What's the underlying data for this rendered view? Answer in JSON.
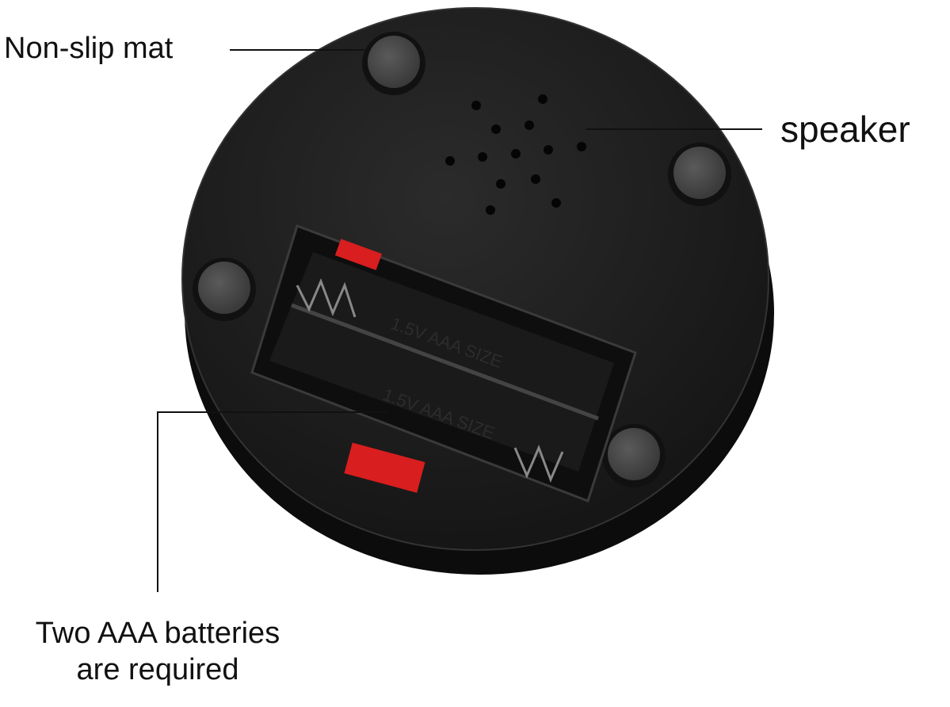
{
  "callouts": {
    "non_slip_mat": "Non-slip mat",
    "speaker": "speaker",
    "batteries_line1": "Two AAA batteries",
    "batteries_line2": "are required"
  },
  "battery_compartment": {
    "slot_marking_1": "1.5V AAA SIZE",
    "slot_marking_2": "1.5V AAA SIZE"
  },
  "colors": {
    "device_body": "#1c1c1c",
    "foot": "#4a4a4a",
    "contact_red": "#d81e1e"
  }
}
